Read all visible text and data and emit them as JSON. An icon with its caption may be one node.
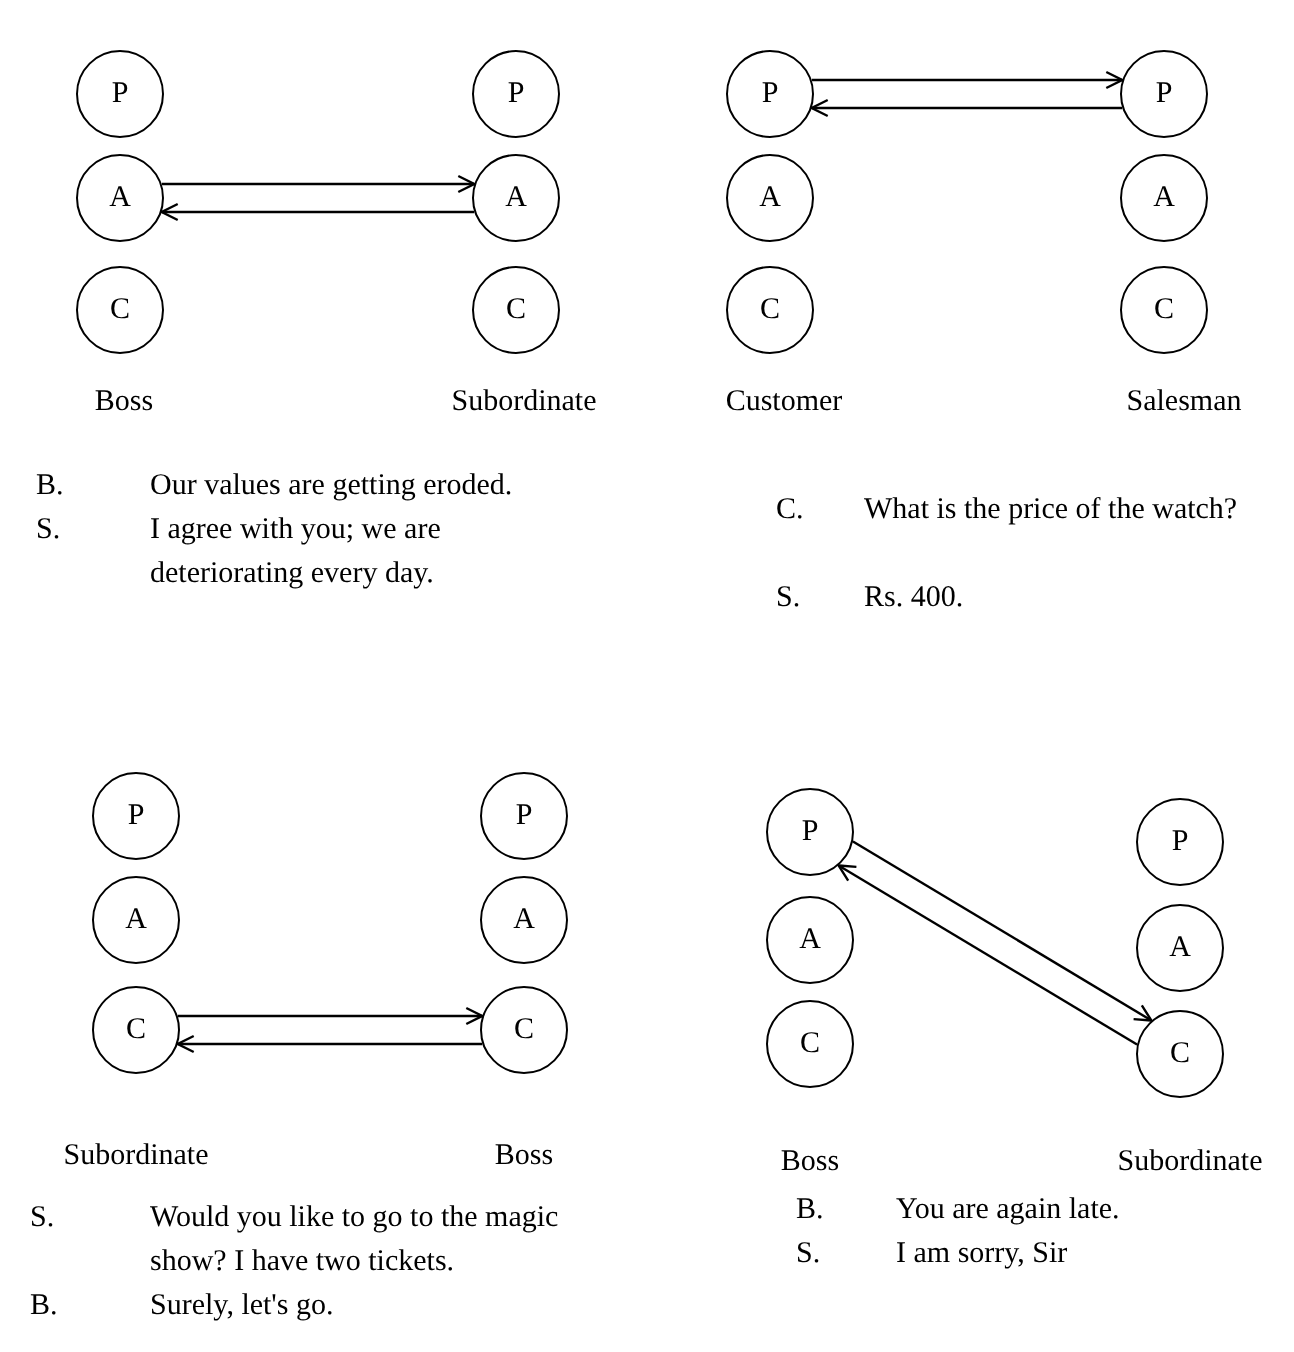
{
  "diagram": {
    "nodes": [
      {
        "text": [
          "P"
        ]
      },
      {
        "text": [
          "A"
        ]
      },
      {
        "text": [
          "C"
        ]
      },
      {
        "text": [
          "P"
        ]
      },
      {
        "text": [
          "A"
        ]
      },
      {
        "text": [
          "C"
        ]
      },
      {
        "text": [
          "P"
        ]
      },
      {
        "text": [
          "A"
        ]
      },
      {
        "text": [
          "C"
        ]
      },
      {
        "text": [
          "P"
        ]
      },
      {
        "text": [
          "A"
        ]
      },
      {
        "text": [
          "C"
        ]
      },
      {
        "text": [
          "P"
        ]
      },
      {
        "text": [
          "A"
        ]
      },
      {
        "text": [
          "C"
        ]
      },
      {
        "text": [
          "P"
        ]
      },
      {
        "text": [
          "A"
        ]
      },
      {
        "text": [
          "C"
        ]
      },
      {
        "text": [
          "P"
        ]
      },
      {
        "text": [
          "A"
        ]
      },
      {
        "text": [
          "C"
        ]
      },
      {
        "text": [
          "P"
        ]
      },
      {
        "text": [
          "A"
        ]
      },
      {
        "text": [
          "C"
        ]
      }
    ],
    "edges": [
      {
        "from": 1,
        "to": 4,
        "arrow": "to"
      },
      {
        "from": 4,
        "to": 1,
        "arrow": "to"
      },
      {
        "from": 6,
        "to": 9,
        "arrow": "to"
      },
      {
        "from": 9,
        "to": 6,
        "arrow": "to"
      },
      {
        "from": 14,
        "to": 17,
        "arrow": "to"
      },
      {
        "from": 17,
        "to": 14,
        "arrow": "to"
      },
      {
        "from": 18,
        "to": 23,
        "arrow": "to"
      },
      {
        "from": 23,
        "to": 18,
        "arrow": "to"
      }
    ],
    "labels": [
      "Boss",
      "Subordinate",
      "Customer",
      "Salesman",
      "B.",
      "Our values are getting eroded.",
      "S.",
      "I agree with you; we are deteriorating every day.",
      "C.",
      "What is the price of the watch?",
      "S.",
      "Rs. 400.",
      "Subordinate",
      "Boss",
      "Boss",
      "Subordinate",
      "S.",
      "Would you like to go to the magic show? I have two tickets.",
      "B.",
      "Surely, let's go.",
      "B.",
      "You are again late.",
      "S.",
      "I am sorry, Sir"
    ]
  }
}
